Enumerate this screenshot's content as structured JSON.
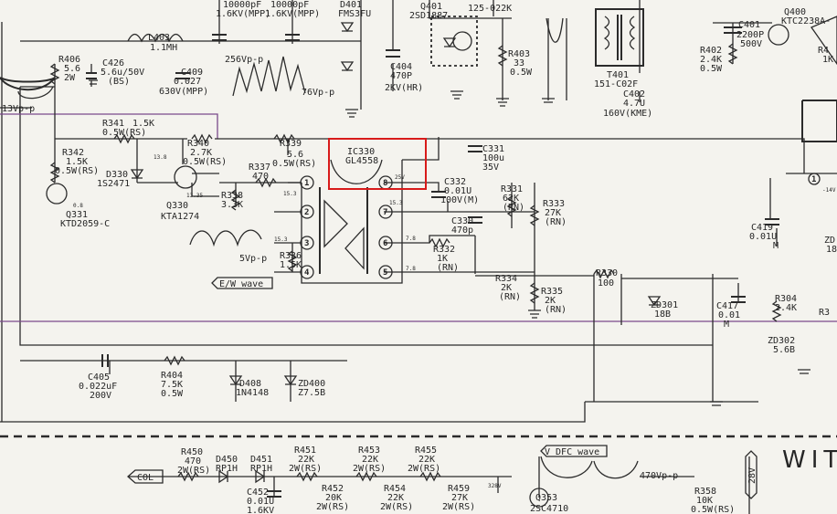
{
  "components": {
    "c401": "C401",
    "c401_v1": "2200P",
    "c401_v2": "500V",
    "q400": "Q400",
    "q400_part": "KTC2238A-",
    "r402": "R402",
    "r402_v1": "2.4K",
    "r402_v2": "0.5W",
    "r4x": "R4",
    "r4x_v": "1K",
    "c_top1": "10000pF",
    "c_top1_v": "1.6KV(MPP)",
    "c_top2": "10000pF",
    "c_top2_v": "1.6KV(MPP)",
    "d401": "D401",
    "d401_part": "FMS3FU",
    "q401": "Q401",
    "q401_part": "2SD1887",
    "fb400_v": "125-022K",
    "r403": "R403",
    "r403_v1": "33",
    "r403_v2": "0.5W",
    "c404": "C404",
    "c404_v1": "470P",
    "c404_v2": "2KV(HR)",
    "t401": "T401",
    "t401_part": "151-C02F",
    "c402": "C402",
    "c402_v1": "4.7U",
    "c402_v2": "160V(KME)",
    "l403": "L403",
    "l403_v": "1.1MH",
    "r406": "R406",
    "r406_v1": "5.6",
    "r406_v2": "2W",
    "c426": "C426",
    "c426_v1": "5.6u/50V",
    "c426_v2": "(BS)",
    "c409": "C409",
    "c409_v1": "0.027",
    "c409_v2": "630V(MPP)",
    "vpp256": "256Vp-p",
    "vpp76": "76Vp-p",
    "vpp13": "13Vp-p",
    "r341": "R341",
    "r341_v1": "1.5K",
    "r341_v2": "0.5W(RS)",
    "r342": "R342",
    "r342_v1": "1.5K",
    "r342_v2": "0.5W(RS)",
    "r340": "R340",
    "r340_v1": "2.7K",
    "r340_v2": "0.5W(RS)",
    "r339": "R339",
    "r339_v1": "5.6",
    "r339_v2": "0.5W(RS)",
    "ic330": "IC330",
    "ic330_part": "GL4558",
    "c331": "C331",
    "c331_v1": "100u",
    "c331_v2": "35V",
    "d330": "D330",
    "d330_part": "1S2471",
    "q330": "Q330",
    "q330_part": "KTA1274",
    "r337": "R337",
    "r337_v": "470",
    "r338": "R338",
    "r338_v": "3.3K",
    "q331": "Q331",
    "q331_part": "KTD2059-C",
    "c332": "C332",
    "c332_v1": "0.01U",
    "c332_v2": "100V(M)",
    "r331": "R331",
    "r331_v1": "62K",
    "r331_v2": "(RN)",
    "r333": "R333",
    "r333_v1": "27K",
    "r333_v2": "(RN)",
    "c330": "C330",
    "c330_v": "470p",
    "r332": "R332",
    "r332_v1": "1K",
    "r332_v2": "(RN)",
    "r336": "R336",
    "r336_v": "1.5K",
    "vpp5": "5Vp-p",
    "ew_wave": "E/W wave",
    "r334": "R334",
    "r334_v1": "2K",
    "r334_v2": "(RN)",
    "r335": "R335",
    "r335_v1": "2K",
    "r335_v2": "(RN)",
    "r330": "R330",
    "r330_v": "100",
    "zd301": "ZD301",
    "zd301_v": "18B",
    "c417": "C417",
    "c417_v1": "0.01",
    "c417_v2": "M",
    "r304": "R304",
    "r304_v": "2.4K",
    "r3x": "R3",
    "c419": "C419",
    "c419_v1": "0.01U",
    "c419_v2": "M",
    "zdx": "ZD",
    "zdx_v": "18",
    "zd302": "ZD302",
    "zd302_v": "5.6B",
    "c405": "C405",
    "c405_v1": "0.022uF",
    "c405_v2": "200V",
    "r404": "R404",
    "r404_v1": "7.5K",
    "r404_v2": "0.5W",
    "d408": "D408",
    "d408_part": "1N4148",
    "zd400": "ZD400",
    "zd400_v": "Z7.5B",
    "r450": "R450",
    "r450_v1": "470",
    "r450_v2": "2W(RS)",
    "d450": "D450",
    "d450_part": "RP1H",
    "d451": "D451",
    "d451_part": "RP1H",
    "r451": "R451",
    "r451_v1": "22K",
    "r451_v2": "2W(RS)",
    "r453": "R453",
    "r453_v1": "22K",
    "r453_v2": "2W(RS)",
    "r455": "R455",
    "r455_v1": "22K",
    "r455_v2": "2W(RS)",
    "col": "COL",
    "c452": "C452",
    "c452_v1": "0.01U",
    "c452_v2": "1.6KV",
    "r452": "R452",
    "r452_v1": "20K",
    "r452_v2": "2W(RS)",
    "r454": "R454",
    "r454_v1": "22K",
    "r454_v2": "2W(RS)",
    "r459": "R459",
    "r459_v1": "27K",
    "r459_v2": "2W(RS)",
    "dfc_wave": "V DFC wave",
    "vpp470": "470Vp-p",
    "q353": "Q353",
    "q353_part": "2SC4710",
    "r358": "R358",
    "r358_v1": "10K",
    "r358_v2": "0.5W(RS)",
    "v28": "28V",
    "wit": "WIT"
  },
  "pins": [
    "1",
    "2",
    "3",
    "4",
    "5",
    "6",
    "7",
    "8"
  ],
  "nodes": {
    "n13_8": "13.8",
    "n13_35": "13.35",
    "n15_3a": "15.3",
    "n15_3b": "15.3",
    "n15_3c": "15.3",
    "n7_8a": "7.8",
    "n7_8b": "7.8",
    "n0_8": "0.8",
    "n25v": "25V",
    "n328v": "328V",
    "n14v": "-14V"
  },
  "colors": {
    "wire": "#2b2b2b",
    "violet": "#7a4a8a",
    "highlight": "#d81a1a",
    "paper": "#f4f3ee"
  }
}
